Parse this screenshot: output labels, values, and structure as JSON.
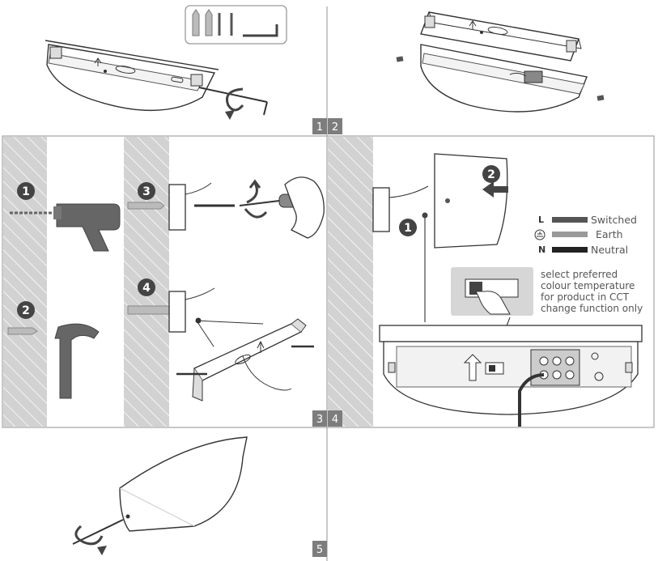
{
  "panels": {
    "p1": "1",
    "p2": "2",
    "p3": "3",
    "p4": "4",
    "p5": "5"
  },
  "steps3": {
    "s1": "1",
    "s2": "2",
    "s3": "3",
    "s4": "4"
  },
  "steps4": {
    "s1": "1",
    "s2": "2"
  },
  "legend": {
    "l_letter": "L",
    "l_text": "Switched",
    "e_text": "Earth",
    "n_letter": "N",
    "n_text": "Neutral"
  },
  "note": {
    "line1": "select preferred",
    "line2": "colour temperature",
    "line3": "for product in CCT",
    "line4": "change function only"
  },
  "colors": {
    "wall": "#d2d2d2",
    "badge": "#7d7d7d",
    "circle": "#444444"
  }
}
